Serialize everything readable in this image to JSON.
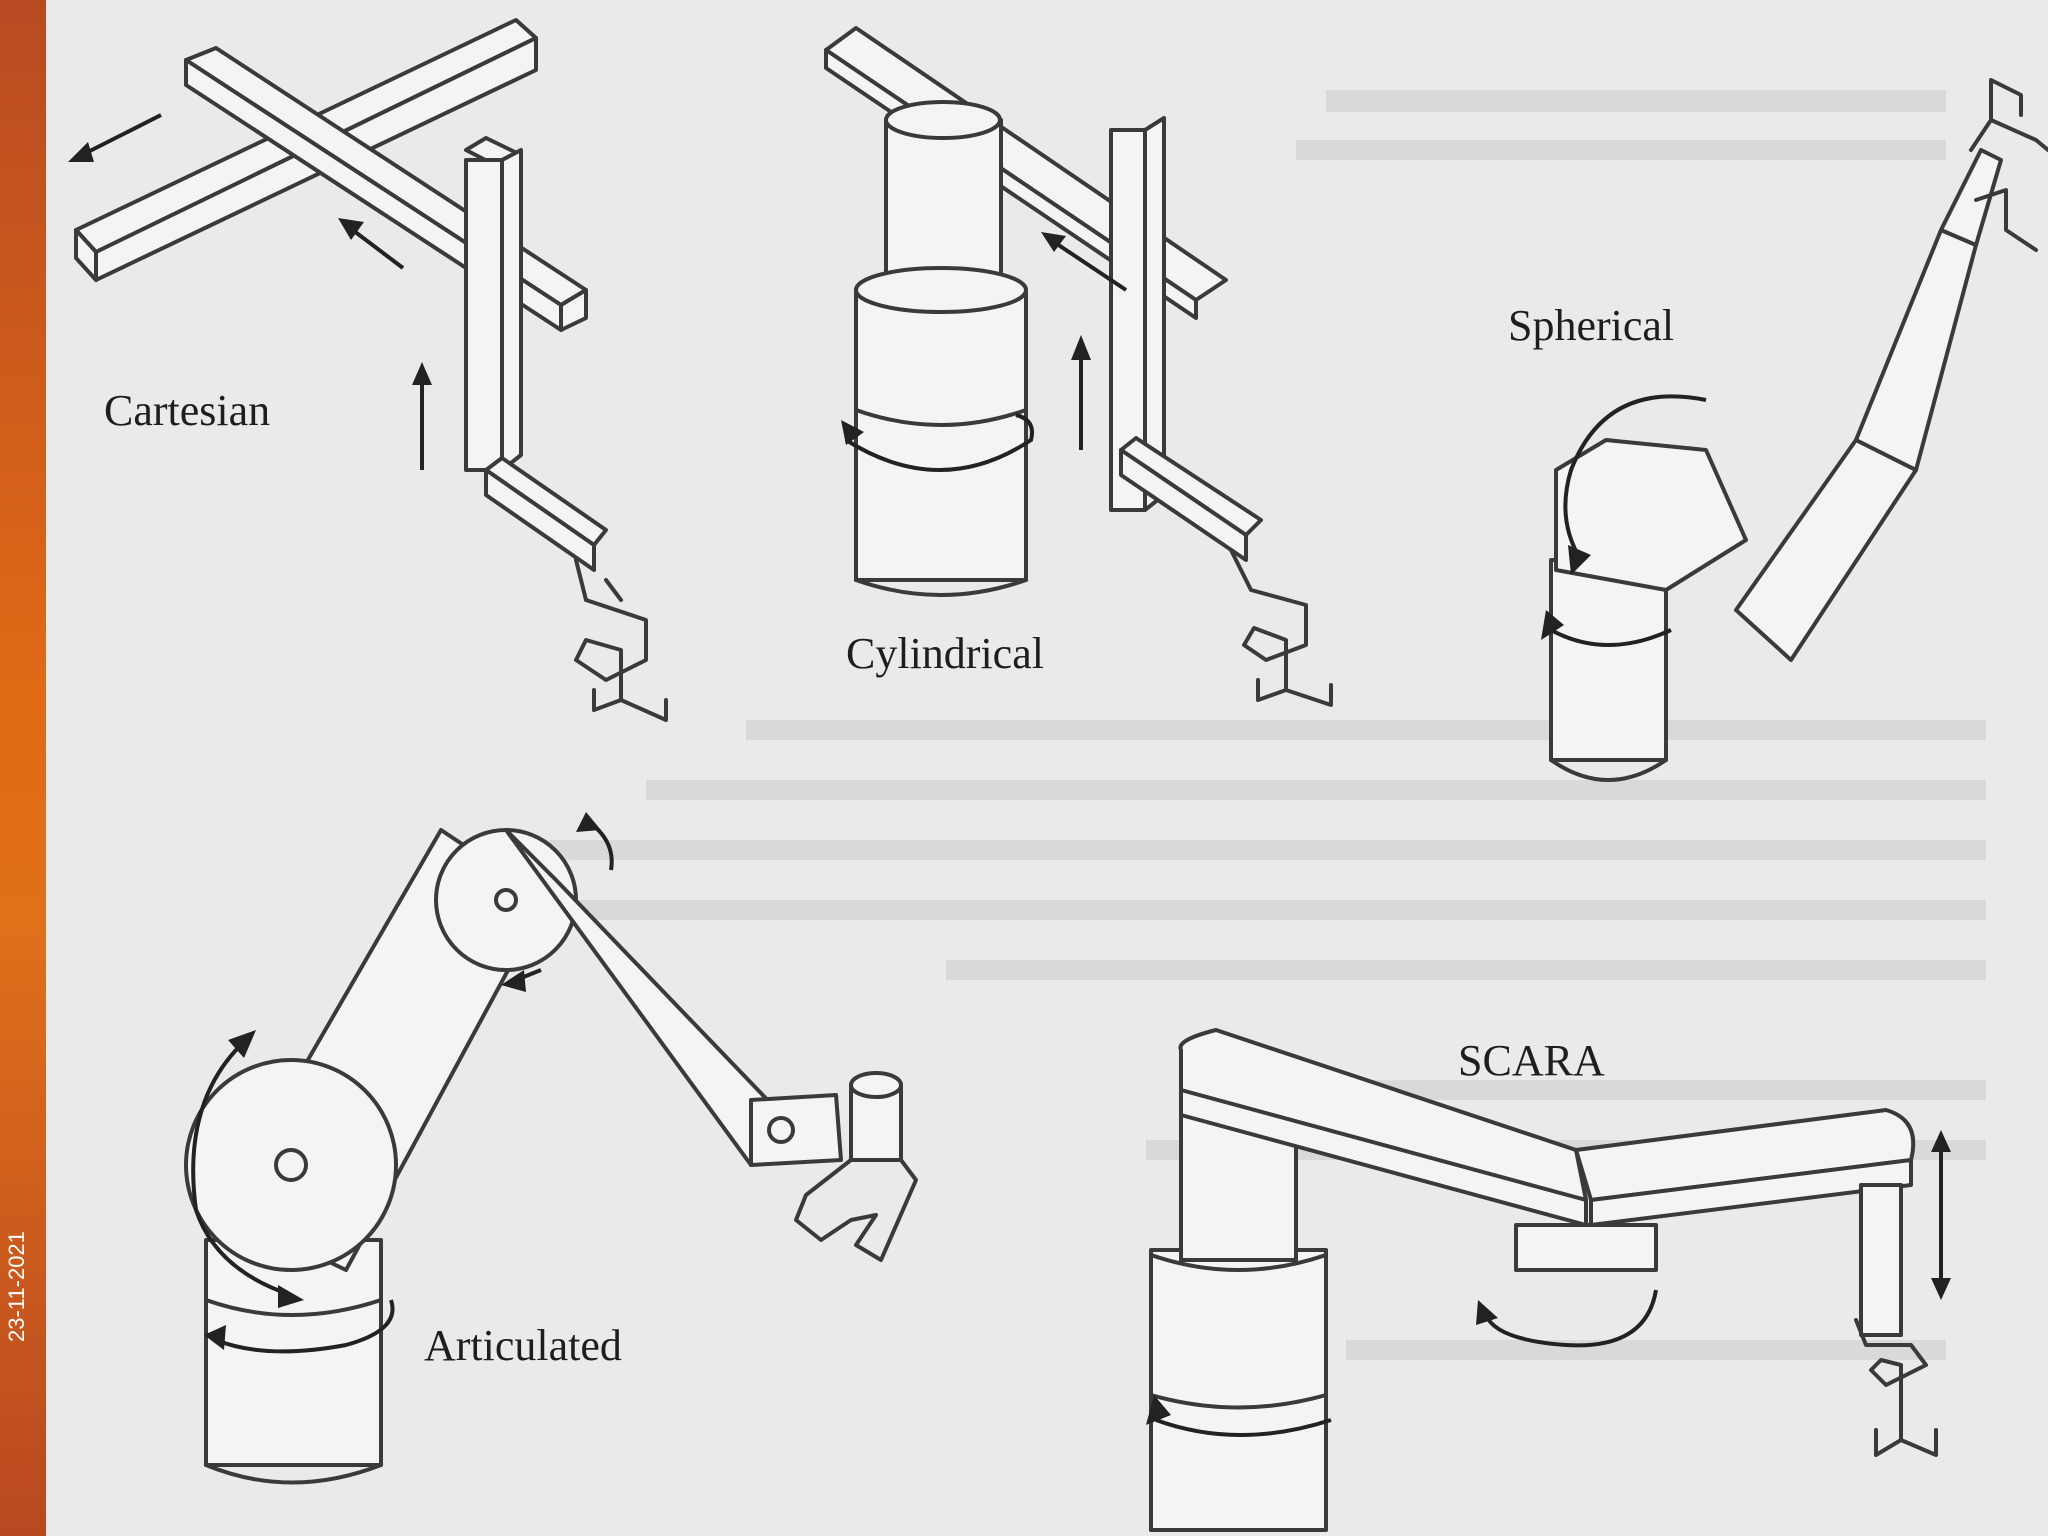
{
  "slide": {
    "date": "23-11-2021",
    "sidebar_color": "#d9621b",
    "background_color": "#e9ebea"
  },
  "figure": {
    "labels": {
      "cartesian": "Cartesian",
      "cylindrical": "Cylindrical",
      "spherical": "Spherical",
      "articulated": "Articulated",
      "scara": "SCARA"
    }
  }
}
